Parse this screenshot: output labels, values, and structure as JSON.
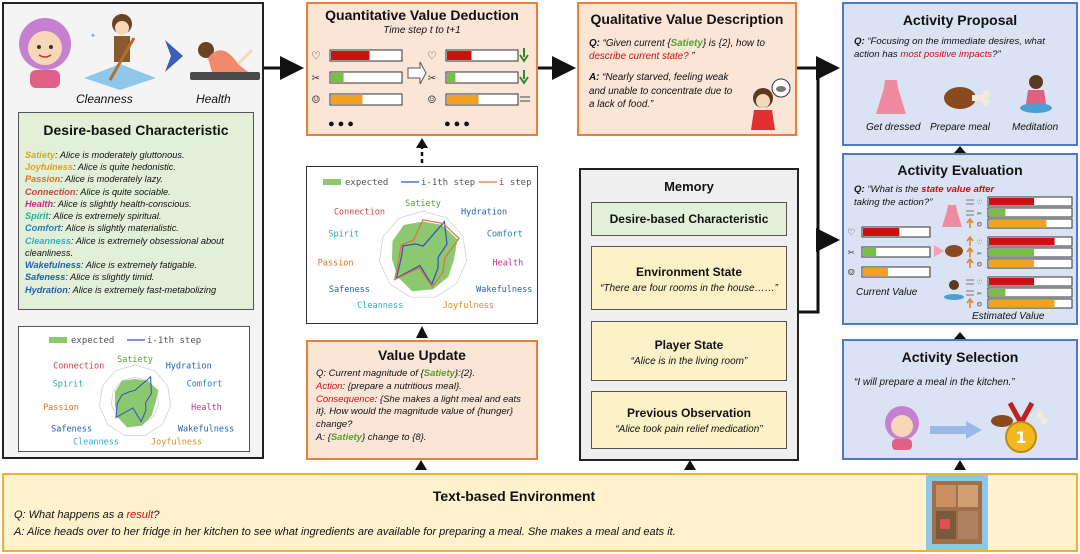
{
  "left": {
    "caption_clean": "Cleanness",
    "caption_health": "Health",
    "desire_title": "Desire-based Characteristic",
    "traits": [
      {
        "k": "Satiety",
        "v": ": Alice is moderately gluttonous.",
        "c": "#e6a020"
      },
      {
        "k": "Joyfulness",
        "v": ": Alice is quite hedonistic.",
        "c": "#e6a020"
      },
      {
        "k": "Passion",
        "v": ": Alice is moderately lazy.",
        "c": "#e07020"
      },
      {
        "k": "Connection",
        "v": ": Alice is quite sociable.",
        "c": "#d04040"
      },
      {
        "k": "Health",
        "v": ": Alice is slightly health-conscious.",
        "c": "#c0308a"
      },
      {
        "k": "Spirit",
        "v": ": Alice is extremely spiritual.",
        "c": "#20b0a0"
      },
      {
        "k": "Comfort",
        "v": ": Alice is slightly materialistic.",
        "c": "#2080c0"
      },
      {
        "k": "Cleanness",
        "v": ": Alice is extremely obsessional about cleanliness.",
        "c": "#30b0c0"
      },
      {
        "k": "Wakefulness",
        "v": ": Alice is extremely fatigable.",
        "c": "#2060b0"
      },
      {
        "k": "Safeness",
        "v": ": Alice is slightly timid.",
        "c": "#2060b0"
      },
      {
        "k": "Hydration",
        "v": ": Alice is extremely fast-metabolizing",
        "c": "#2060b0"
      }
    ],
    "legend_expected": "expected",
    "legend_step": "i-1th step"
  },
  "radar_labels": {
    "satiety": "Satiety",
    "hydration": "Hydration",
    "comfort": "Comfort",
    "health": "Health",
    "wakefulness": "Wakefulness",
    "joyfulness": "Joyfulness",
    "cleanness": "Cleanness",
    "safeness": "Safeness",
    "passion": "Passion",
    "spirit": "Spirit",
    "connection": "Connection"
  },
  "quant": {
    "title": "Quantitative Value Deduction",
    "subtitle": "Time step t to t+1",
    "dots_left": "●●●",
    "dots_right": "●●●"
  },
  "mid_radar": {
    "legend_expected": "expected",
    "legend_prev": "i-1th step",
    "legend_cur": "i step"
  },
  "value_update": {
    "title": "Value Update",
    "l1a": "Q: ",
    "l1b": "Current magnitude of {",
    "l1c": "Satiety",
    "l1d": "}:{2}.",
    "l2a": "Action",
    "l2b": ": {prepare a nutritious meal}.",
    "l3a": "Consequence",
    "l3b": ": {She makes a light meal and eats it}. How would the magnitude value of {hunger} change?",
    "l4a": "A: ",
    "l4b": "{",
    "l4c": "Satiety",
    "l4d": "} change to {8}."
  },
  "qual": {
    "title": "Qualitative Value Description",
    "q_a": "Q: ",
    "q_b": "“Given current {",
    "q_c": "Satiety",
    "q_d": "} is {2}, how to ",
    "q_e": "describe current state?",
    "q_f": " ”",
    "a_a": "A: ",
    "a_b": "“Nearly starved, feeling weak and unable to concentrate due to a lack of food.",
    "a_c": "”"
  },
  "memory": {
    "title": "Memory",
    "desire": "Desire-based Characteristic",
    "env_h": "Environment State",
    "env_b": "“There are four rooms in the house……”",
    "player_h": "Player State",
    "player_b": "“Alice is in the living room”",
    "obs_h": "Previous Observation",
    "obs_b": "“Alice took pain relief medication”"
  },
  "proposal": {
    "title": "Activity Proposal",
    "q_a": "Q: ",
    "q_b": "“Focusing on the immediate desires, what action has ",
    "q_c": "most positive impacts",
    "q_d": "?”",
    "opt1": "Get dressed",
    "opt2": "Prepare meal",
    "opt3": "Meditation"
  },
  "evaluation": {
    "title": "Activity Evaluation",
    "q_a": "Q: ",
    "q_b": "“What is the ",
    "q_c": "state value after",
    "q_d": " taking the action?”",
    "current": "Current Value",
    "estimated": "Estimated Value"
  },
  "selection": {
    "title": "Activity Selection",
    "quote": "“I will prepare a meal in the kitchen.”",
    "medal": "1"
  },
  "env": {
    "title": "Text-based Environment",
    "q_a": "Q: What happens as a ",
    "q_b": "result",
    "q_c": "?",
    "a": "A: Alice heads over to her fridge in her kitchen to see what ingredients are available for preparing a meal. She makes a meal and eats it."
  },
  "colors": {
    "red": "#cc1111",
    "green": "#77c043",
    "orange": "#f5a020",
    "panel_orange": "#e8803a",
    "panel_blue": "#4a7ac8",
    "env_yellow": "#f0b030"
  }
}
